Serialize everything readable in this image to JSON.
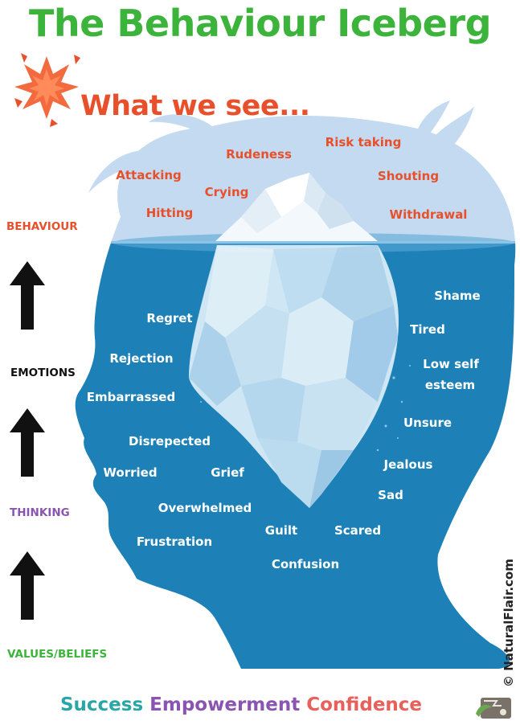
{
  "title": "The Behaviour Iceberg",
  "what_we_see": "What we see...",
  "levels": [
    "BEHAVIOUR",
    "EMOTIONS",
    "THINKING",
    "VALUES/BELIEFS"
  ],
  "behaviours": [
    "Attacking",
    "Rudeness",
    "Risk taking",
    "Shouting",
    "Crying",
    "Hitting",
    "Withdrawal"
  ],
  "emotions": [
    "Shame",
    "Regret",
    "Tired",
    "Rejection",
    "Low self",
    "esteem",
    "Embarrassed",
    "Unsure",
    "Disrepected",
    "Jealous",
    "Worried",
    "Grief",
    "Sad",
    "Overwhelmed",
    "Guilt",
    "Scared",
    "Frustration",
    "Confusion"
  ],
  "footer": {
    "success": "Success",
    "empowerment": "Empowerment",
    "confidence": "Confidence"
  },
  "copyright": "© NaturalFlair.com",
  "colors": {
    "title": "#3cb43c",
    "accent": "#e8502c",
    "sky": "#c3daf1",
    "water": "#1d81b8",
    "behaviour": "#e8502c",
    "emotions": "#111111",
    "thinking": "#8a55b0",
    "values": "#3cb43c",
    "success": "#2ba6a6",
    "empowerment": "#8a55b0",
    "confidence": "#e8605a"
  },
  "icons": [
    "explosion-icon",
    "up-arrow-icon",
    "leaf-logo-icon"
  ]
}
